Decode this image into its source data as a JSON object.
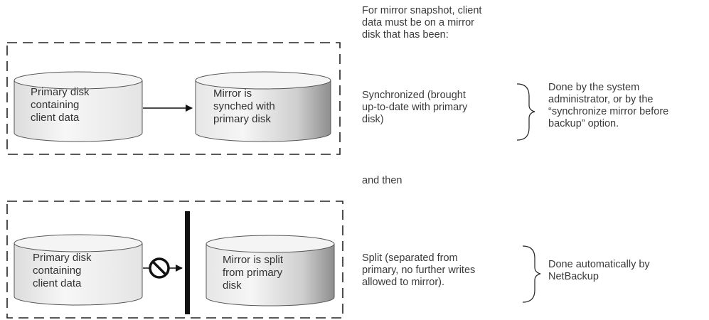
{
  "intro": {
    "lines": [
      "For mirror snapshot, client",
      "data must be on a mirror",
      "disk that has been:"
    ]
  },
  "step1": {
    "primary_disk": {
      "lines": [
        "Primary disk",
        "containing",
        "client data"
      ]
    },
    "mirror_disk": {
      "lines": [
        "Mirror is",
        "synched with",
        "primary disk"
      ]
    },
    "description": {
      "lines": [
        "Synchronized (brought",
        "up-to-date with primary",
        "disk)"
      ]
    },
    "note": {
      "lines": [
        "Done by the system",
        "administrator, or by the",
        "“synchronize mirror before",
        "backup” option."
      ]
    }
  },
  "connector": {
    "text": "and then"
  },
  "step2": {
    "primary_disk": {
      "lines": [
        "Primary disk",
        "containing",
        "client data"
      ]
    },
    "mirror_disk": {
      "lines": [
        "Mirror is split",
        "from primary",
        "disk"
      ]
    },
    "description": {
      "lines": [
        "Split (separated from",
        "primary, no further writes",
        "allowed to mirror)."
      ]
    },
    "note": {
      "lines": [
        "Done automatically by",
        "NetBackup"
      ]
    }
  },
  "colors": {
    "border": "#222222",
    "disk_light": "#f2f2f2",
    "disk_dark": "#8a8a8a",
    "text": "#3a3a3a"
  },
  "icons": {
    "blocked": "no-entry-icon"
  }
}
